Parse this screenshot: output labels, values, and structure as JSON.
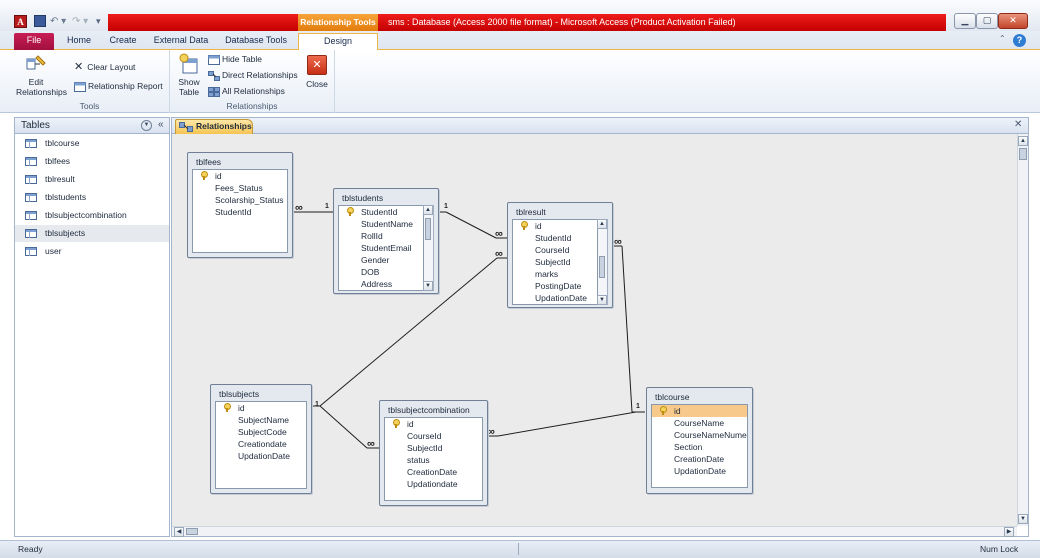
{
  "window": {
    "title": "sms : Database (Access 2000 file format) - Microsoft Access (Product Activation Failed)",
    "context_tab": "Relationship Tools",
    "logo_letter": "A"
  },
  "ribbon_tabs": [
    "File",
    "Home",
    "Create",
    "External Data",
    "Database Tools",
    "Design"
  ],
  "ribbon": {
    "edit_relationships": "Edit Relationships",
    "clear_layout": "Clear Layout",
    "relationship_report": "Relationship Report",
    "tools_group": "Tools",
    "show_table": "Show Table",
    "hide_table": "Hide Table",
    "direct_relationships": "Direct Relationships",
    "all_relationships": "All Relationships",
    "relationships_group": "Relationships",
    "close": "Close"
  },
  "nav": {
    "title": "Tables",
    "items": [
      "tblcourse",
      "tblfees",
      "tblresult",
      "tblstudents",
      "tblsubjectcombination",
      "tblsubjects",
      "user"
    ],
    "selected": "tblsubjects"
  },
  "document": {
    "tab": "Relationships"
  },
  "tables": {
    "tblfees": {
      "name": "tblfees",
      "fields": [
        "id",
        "Fees_Status",
        "Scolarship_Status",
        "StudentId"
      ]
    },
    "tblstudents": {
      "name": "tblstudents",
      "fields": [
        "StudentId",
        "StudentName",
        "RollId",
        "StudentEmail",
        "Gender",
        "DOB",
        "Address"
      ]
    },
    "tblresult": {
      "name": "tblresult",
      "fields": [
        "id",
        "StudentId",
        "CourseId",
        "SubjectId",
        "marks",
        "PostingDate",
        "UpdationDate"
      ]
    },
    "tblsubjects": {
      "name": "tblsubjects",
      "fields": [
        "id",
        "SubjectName",
        "SubjectCode",
        "Creationdate",
        "UpdationDate"
      ]
    },
    "tblsubjectcombination": {
      "name": "tblsubjectcombination",
      "fields": [
        "id",
        "CourseId",
        "SubjectId",
        "status",
        "CreationDate",
        "Updationdate"
      ]
    },
    "tblcourse": {
      "name": "tblcourse",
      "fields": [
        "id",
        "CourseName",
        "CourseNameNumer",
        "Section",
        "CreationDate",
        "UpdationDate"
      ]
    }
  },
  "cardinality": {
    "one": "1",
    "many": "∞"
  },
  "status": {
    "left": "Ready",
    "right": "Num Lock"
  },
  "colors": {
    "title_red": "#d10f0f",
    "context_orange": "#ef9422",
    "file_tab": "#b3154a",
    "selected_field": "#f7c98a",
    "canvas": "#ebebeb"
  }
}
